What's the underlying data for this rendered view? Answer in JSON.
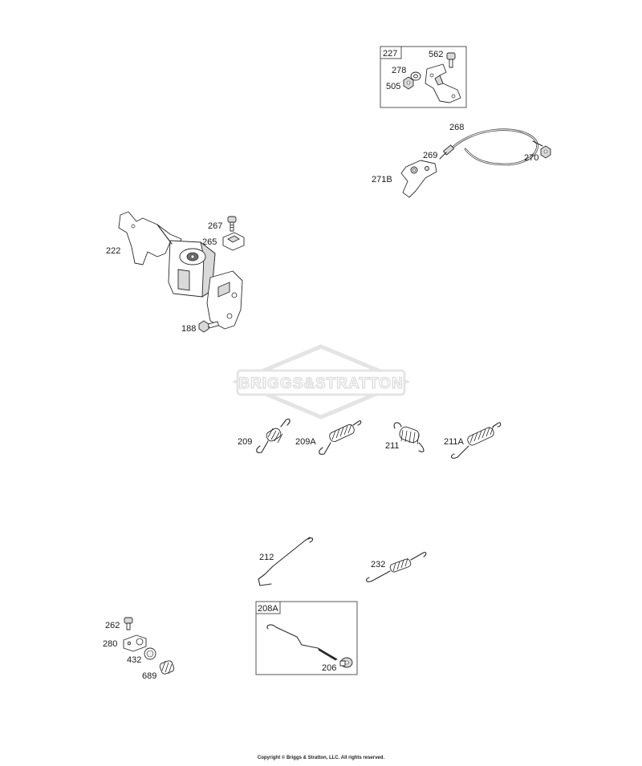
{
  "watermark": "BRIGGS&STRATTON",
  "copyright": "Copyright © Briggs & Stratton, LLC. All rights reserved.",
  "boxes": {
    "kit_227": "227",
    "kit_208A": "208A"
  },
  "labels": {
    "p562": "562",
    "p278": "278",
    "p505": "505",
    "p268": "268",
    "p269": "269",
    "p270": "270",
    "p271B": "271B",
    "p267": "267",
    "p265": "265",
    "p222": "222",
    "p188": "188",
    "p209": "209",
    "p209A": "209A",
    "p211": "211",
    "p211A": "211A",
    "p212": "212",
    "p232": "232",
    "p262": "262",
    "p280": "280",
    "p432": "432",
    "p689": "689",
    "p206": "206"
  }
}
